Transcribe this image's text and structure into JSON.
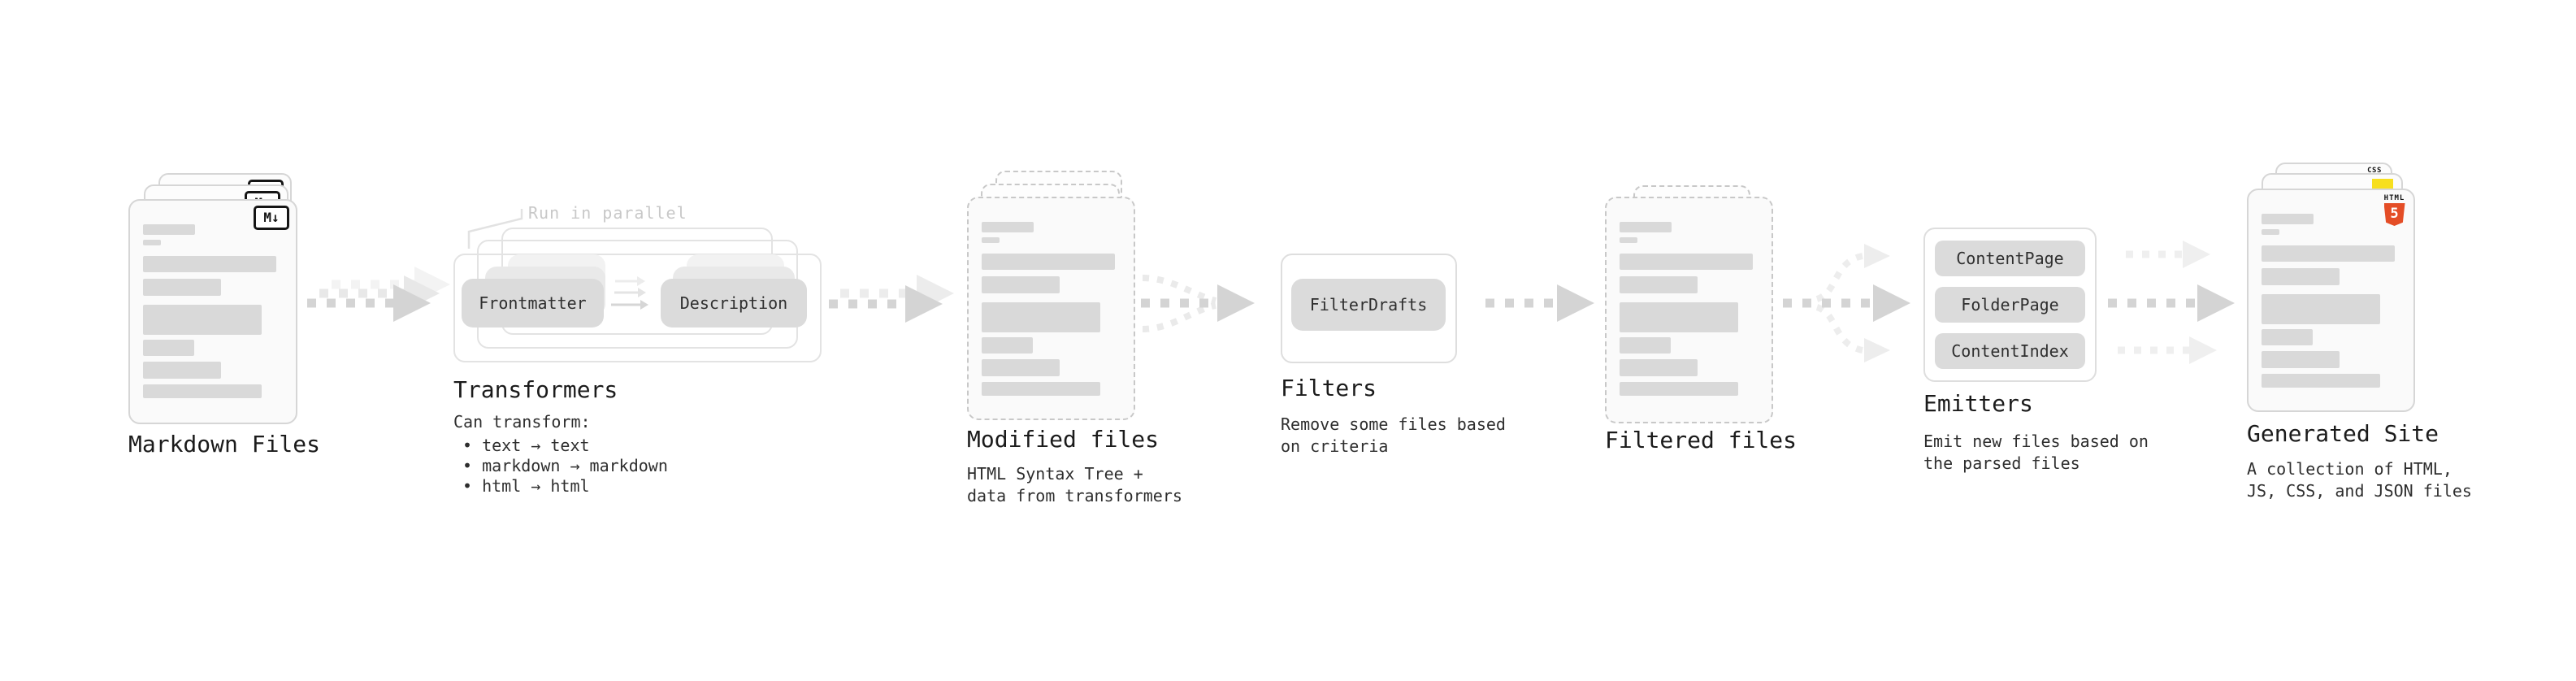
{
  "stages": {
    "markdown": {
      "title": "Markdown Files",
      "badge": "M↓"
    },
    "transformers": {
      "title": "Transformers",
      "annotation": "Run in parallel",
      "pill_a": "Frontmatter",
      "pill_b": "Description",
      "desc": "Can transform:",
      "bullets": [
        "• text → text",
        "• markdown → markdown",
        "• html → html"
      ]
    },
    "modified": {
      "title": "Modified files",
      "desc_lines": [
        "HTML Syntax Tree +",
        "data from transformers"
      ]
    },
    "filters": {
      "title": "Filters",
      "pill": "FilterDrafts",
      "desc_lines": [
        "Remove some files based",
        "on criteria"
      ]
    },
    "filtered": {
      "title": "Filtered files"
    },
    "emitters": {
      "title": "Emitters",
      "pills": [
        "ContentPage",
        "FolderPage",
        "ContentIndex"
      ],
      "desc_lines": [
        "Emit new files based on",
        "the parsed files"
      ]
    },
    "generated": {
      "title": "Generated Site",
      "desc_lines": [
        "A collection of HTML,",
        "JS, CSS, and JSON files"
      ],
      "badges": {
        "css": "CSS",
        "html": "HTML",
        "five": "5"
      }
    }
  },
  "colors": {
    "card_border": "#d6d6d6",
    "dashed_border": "#c8c8c8",
    "bar_fill": "#d9d9d9",
    "pill_fill": "#dbdbdb",
    "arrow_main": "#d4d4d4",
    "arrow_ghost": "#ececec",
    "title_text": "#1b1b1b",
    "body_text": "#2e2e2e",
    "annotation_text": "#c8c8c8",
    "markdown_badge": "#151515",
    "html5_orange": "#e44d26",
    "js_yellow": "#f7df1e",
    "css_blue": "#2965f1"
  }
}
